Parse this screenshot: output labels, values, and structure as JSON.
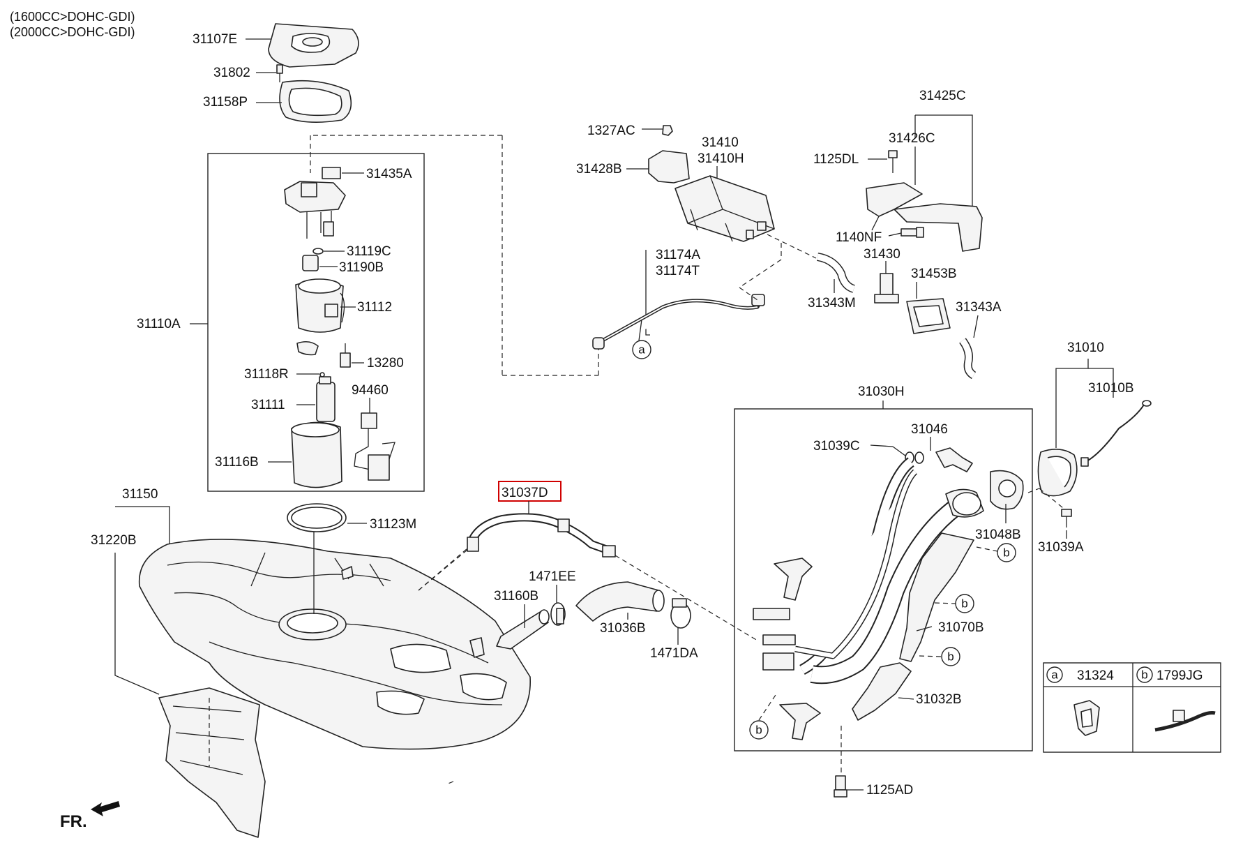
{
  "notes": [
    "(1600CC>DOHC-GDI)",
    "(2000CC>DOHC-GDI)"
  ],
  "labels": {
    "p31107E": "31107E",
    "p31802": "31802",
    "p31158P": "31158P",
    "p31435A": "31435A",
    "p31119C": "31119C",
    "p31190B": "31190B",
    "p31110A": "31110A",
    "p31112": "31112",
    "p31118R": "31118R",
    "p13280": "13280",
    "p31111": "31111",
    "p94460": "94460",
    "p31116B": "31116B",
    "p31150": "31150",
    "p31220B": "31220B",
    "p31123M": "31123M",
    "p1327AC": "1327AC",
    "p31428B": "31428B",
    "p31410": "31410",
    "p31410H": "31410H",
    "p31174A": "31174A",
    "p31174T": "31174T",
    "p31425C": "31425C",
    "p31426C": "31426C",
    "p1125DL": "1125DL",
    "p1140NF": "1140NF",
    "p31430": "31430",
    "p31343M": "31343M",
    "p31453B": "31453B",
    "p31343A": "31343A",
    "p31010": "31010",
    "p31010B": "31010B",
    "p31030H": "31030H",
    "p31046": "31046",
    "p31039C": "31039C",
    "p31048B": "31048B",
    "p31039A": "31039A",
    "p31070B": "31070B",
    "p31032B": "31032B",
    "p1125AD": "1125AD",
    "p31037D": "31037D",
    "p1471EE": "1471EE",
    "p31160B": "31160B",
    "p31036B": "31036B",
    "p1471DA": "1471DA"
  },
  "callouts": {
    "a": "a",
    "b": "b"
  },
  "legend": {
    "a_code": "31324",
    "b_code": "1799JG"
  },
  "direction": "FR.",
  "highlight_color": "#d00000"
}
